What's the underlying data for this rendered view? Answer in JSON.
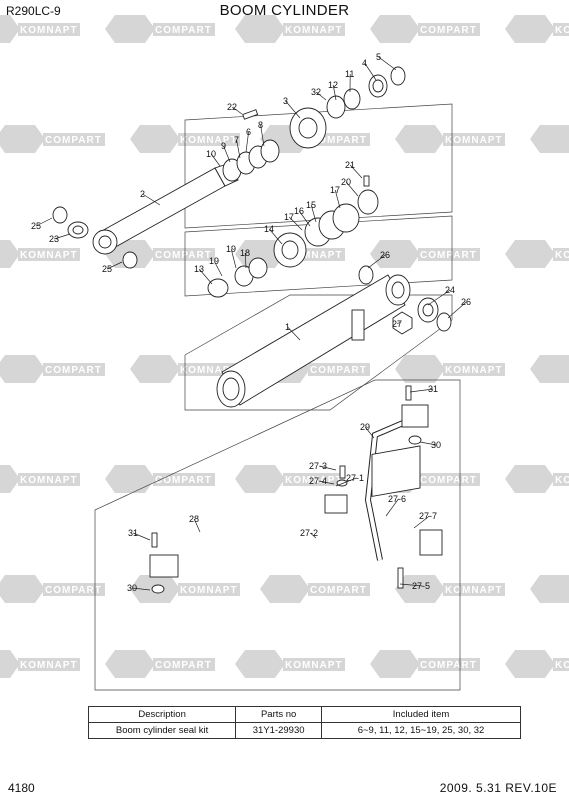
{
  "header": {
    "model": "R290LC-9",
    "title": "BOOM CYLINDER"
  },
  "watermark": {
    "brand_a": "KOMNAPT",
    "brand_b": "COMPART",
    "color": "#d6d6d6"
  },
  "callouts": [
    "1",
    "2",
    "3",
    "4",
    "5",
    "6",
    "7",
    "8",
    "9",
    "10",
    "11",
    "12",
    "13",
    "14",
    "15",
    "16",
    "17",
    "17",
    "18",
    "19",
    "19",
    "20",
    "21",
    "22",
    "23",
    "24",
    "25",
    "25",
    "26",
    "26",
    "27",
    "28",
    "29",
    "30",
    "30",
    "31",
    "31",
    "32",
    "27-1",
    "27-2",
    "27-3",
    "27-4",
    "27-5",
    "27-6",
    "27-7"
  ],
  "table": {
    "headers": [
      "Description",
      "Parts no",
      "Included item"
    ],
    "rows": [
      [
        "Boom cylinder seal kit",
        "31Y1-29930",
        "6~9, 11, 12, 15~19, 25, 30, 32"
      ]
    ]
  },
  "footer": {
    "page": "4180",
    "date_rev": "2009. 5.31  REV.10E"
  }
}
